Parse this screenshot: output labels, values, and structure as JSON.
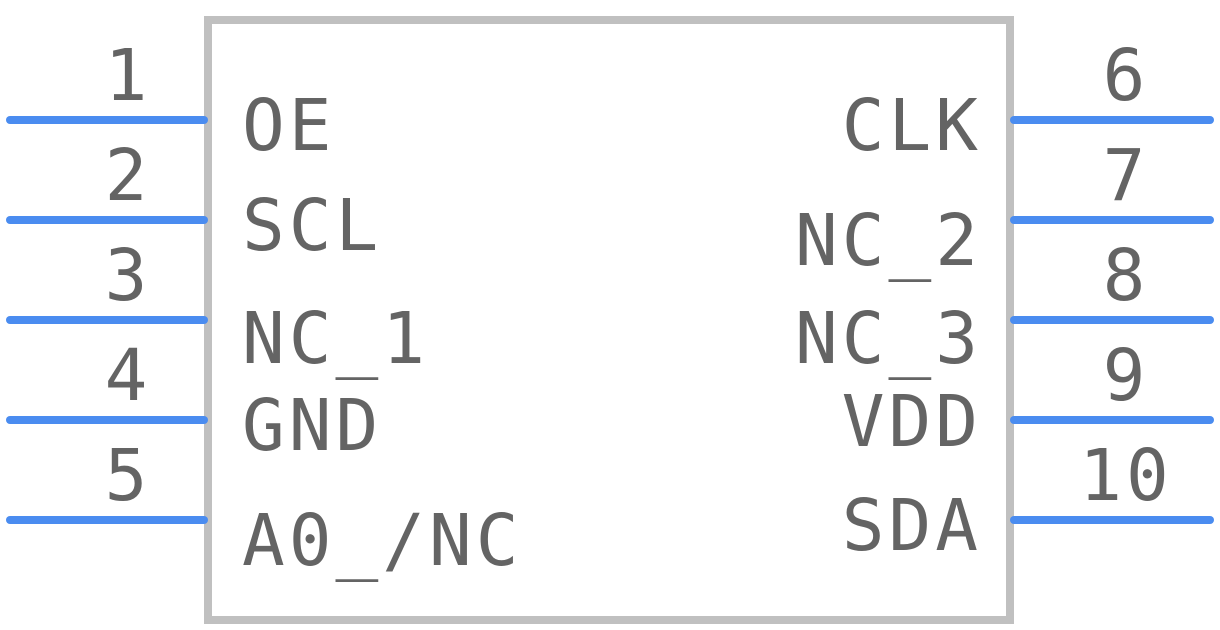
{
  "colors": {
    "pin": "#4a8cf0",
    "outline": "#c0c0c0",
    "text": "#646464"
  },
  "left_pins": [
    {
      "number": "1",
      "label": "OE"
    },
    {
      "number": "2",
      "label": "SCL"
    },
    {
      "number": "3",
      "label": "NC_1"
    },
    {
      "number": "4",
      "label": "GND"
    },
    {
      "number": "5",
      "label": "A0_/NC"
    }
  ],
  "right_pins": [
    {
      "number": "6",
      "label": "CLK"
    },
    {
      "number": "7",
      "label": "NC_2"
    },
    {
      "number": "8",
      "label": "NC_3"
    },
    {
      "number": "9",
      "label": "VDD"
    },
    {
      "number": "10",
      "label": "SDA"
    }
  ]
}
